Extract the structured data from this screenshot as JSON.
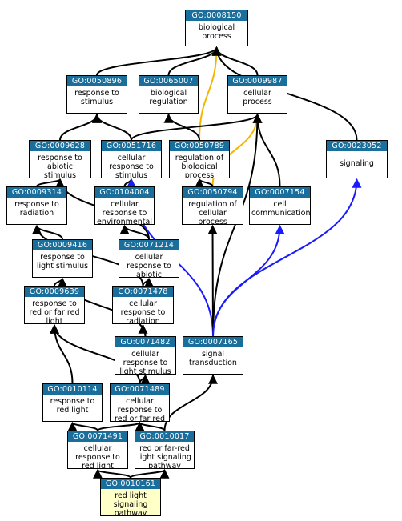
{
  "colors": {
    "header": "#1a6e9c",
    "is_a": "#000000",
    "part_of": "#f2b600",
    "regulates": "#1a1aff",
    "highlight": "#ffffc8"
  },
  "nodes": {
    "n0008150": {
      "id": "GO:0008150",
      "label": "biological process"
    },
    "n0050896": {
      "id": "GO:0050896",
      "label": "response to stimulus"
    },
    "n0065007": {
      "id": "GO:0065007",
      "label": "biological regulation"
    },
    "n0009987": {
      "id": "GO:0009987",
      "label": "cellular process"
    },
    "n0009628": {
      "id": "GO:0009628",
      "label": "response to abiotic stimulus"
    },
    "n0051716": {
      "id": "GO:0051716",
      "label": "cellular response to stimulus"
    },
    "n0050789": {
      "id": "GO:0050789",
      "label": "regulation of biological process"
    },
    "n0023052": {
      "id": "GO:0023052",
      "label": "signaling"
    },
    "n0009314": {
      "id": "GO:0009314",
      "label": "response to radiation"
    },
    "n0104004": {
      "id": "GO:0104004",
      "label": "cellular response to environmental"
    },
    "n0050794": {
      "id": "GO:0050794",
      "label": "regulation of cellular process"
    },
    "n0007154": {
      "id": "GO:0007154",
      "label": "cell communication"
    },
    "n0009416": {
      "id": "GO:0009416",
      "label": "response to light stimulus"
    },
    "n0071214": {
      "id": "GO:0071214",
      "label": "cellular response to abiotic"
    },
    "n0009639": {
      "id": "GO:0009639",
      "label": "response to red or far red light"
    },
    "n0071478": {
      "id": "GO:0071478",
      "label": "cellular response to radiation"
    },
    "n0071482": {
      "id": "GO:0071482",
      "label": "cellular response to light stimulus"
    },
    "n0007165": {
      "id": "GO:0007165",
      "label": "signal transduction"
    },
    "n0010114": {
      "id": "GO:0010114",
      "label": "response to red light"
    },
    "n0071489": {
      "id": "GO:0071489",
      "label": "cellular response to red or far red"
    },
    "n0071491": {
      "id": "GO:0071491",
      "label": "cellular response to red light"
    },
    "n0010017": {
      "id": "GO:0010017",
      "label": "red or far-red light signaling pathway"
    },
    "n0010161": {
      "id": "GO:0010161",
      "label": "red light signaling pathway"
    }
  },
  "edges": [
    {
      "from": "n0050896",
      "to": "n0008150",
      "type": "is_a"
    },
    {
      "from": "n0065007",
      "to": "n0008150",
      "type": "is_a"
    },
    {
      "from": "n0009987",
      "to": "n0008150",
      "type": "is_a"
    },
    {
      "from": "n0050789",
      "to": "n0008150",
      "type": "part_of"
    },
    {
      "from": "n0023052",
      "to": "n0008150",
      "type": "is_a"
    },
    {
      "from": "n0009628",
      "to": "n0050896",
      "type": "is_a"
    },
    {
      "from": "n0051716",
      "to": "n0050896",
      "type": "is_a"
    },
    {
      "from": "n0050789",
      "to": "n0065007",
      "type": "is_a"
    },
    {
      "from": "n0051716",
      "to": "n0009987",
      "type": "is_a"
    },
    {
      "from": "n0050794",
      "to": "n0009987",
      "type": "part_of"
    },
    {
      "from": "n0007154",
      "to": "n0009987",
      "type": "is_a"
    },
    {
      "from": "n0007165",
      "to": "n0009987",
      "type": "is_a"
    },
    {
      "from": "n0009314",
      "to": "n0009628",
      "type": "is_a"
    },
    {
      "from": "n0104004",
      "to": "n0051716",
      "type": "is_a"
    },
    {
      "from": "n0050794",
      "to": "n0050789",
      "type": "is_a"
    },
    {
      "from": "n0009416",
      "to": "n0009314",
      "type": "is_a"
    },
    {
      "from": "n0071214",
      "to": "n0104004",
      "type": "is_a"
    },
    {
      "from": "n0071214",
      "to": "n0009628",
      "type": "is_a"
    },
    {
      "from": "n0009639",
      "to": "n0009416",
      "type": "is_a"
    },
    {
      "from": "n0071478",
      "to": "n0071214",
      "type": "is_a"
    },
    {
      "from": "n0071478",
      "to": "n0009314",
      "type": "is_a"
    },
    {
      "from": "n0071482",
      "to": "n0071478",
      "type": "is_a"
    },
    {
      "from": "n0071482",
      "to": "n0009416",
      "type": "is_a"
    },
    {
      "from": "n0007165",
      "to": "n0051716",
      "type": "regulates"
    },
    {
      "from": "n0007165",
      "to": "n0050794",
      "type": "is_a"
    },
    {
      "from": "n0007165",
      "to": "n0007154",
      "type": "regulates"
    },
    {
      "from": "n0007165",
      "to": "n0023052",
      "type": "regulates"
    },
    {
      "from": "n0010114",
      "to": "n0009639",
      "type": "is_a"
    },
    {
      "from": "n0071489",
      "to": "n0071482",
      "type": "is_a"
    },
    {
      "from": "n0071489",
      "to": "n0009639",
      "type": "is_a"
    },
    {
      "from": "n0071491",
      "to": "n0010114",
      "type": "is_a"
    },
    {
      "from": "n0071491",
      "to": "n0071489",
      "type": "is_a"
    },
    {
      "from": "n0010017",
      "to": "n0071489",
      "type": "is_a"
    },
    {
      "from": "n0010017",
      "to": "n0007165",
      "type": "is_a"
    },
    {
      "from": "n0010161",
      "to": "n0071491",
      "type": "is_a"
    },
    {
      "from": "n0010161",
      "to": "n0010017",
      "type": "is_a"
    }
  ]
}
